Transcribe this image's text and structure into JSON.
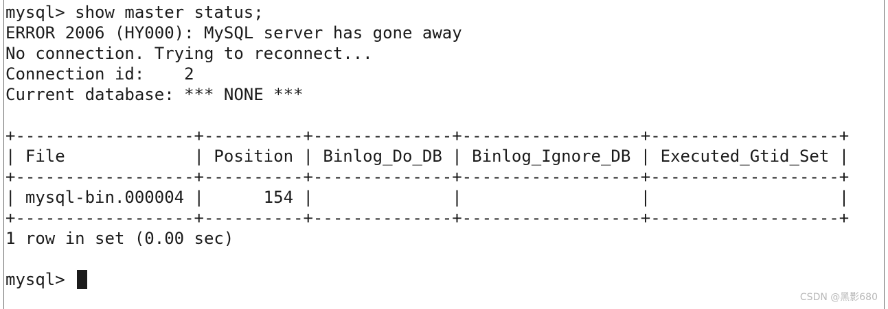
{
  "terminal": {
    "lines": [
      "mysql> show master status;",
      "ERROR 2006 (HY000): MySQL server has gone away",
      "No connection. Trying to reconnect...",
      "Connection id:    2",
      "Current database: *** NONE ***",
      "",
      "+------------------+----------+--------------+------------------+-------------------+",
      "| File             | Position | Binlog_Do_DB | Binlog_Ignore_DB | Executed_Gtid_Set |",
      "+------------------+----------+--------------+------------------+-------------------+",
      "| mysql-bin.000004 |      154 |              |                  |                   |",
      "+------------------+----------+--------------+------------------+-------------------+",
      "1 row in set (0.00 sec)",
      "",
      "mysql> "
    ]
  },
  "watermark": "CSDN @黑影680"
}
